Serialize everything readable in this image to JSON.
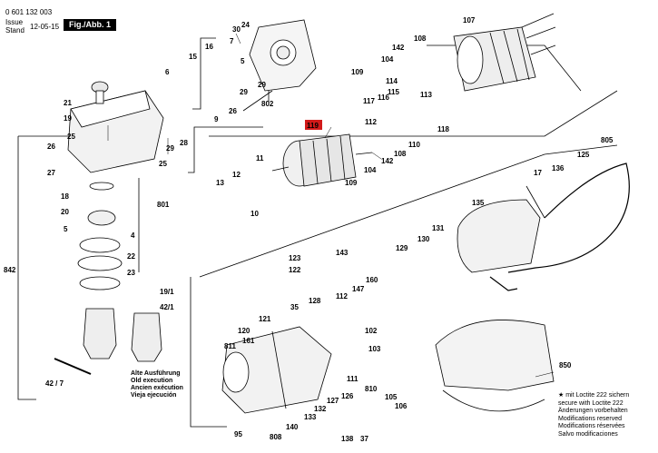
{
  "header": {
    "part_number": "0 601 132 003",
    "issue_label": "Issue",
    "stand_label": "Stand",
    "issue_date": "12-05-15",
    "figure_label": "Fig./Abb. 1"
  },
  "highlight_color": "#d21a1a",
  "part_labels": {
    "p107": "107",
    "p24": "24",
    "p30": "30",
    "p7": "7",
    "p16": "16",
    "p15": "15",
    "p6": "6",
    "p5a": "5",
    "p29a": "29",
    "p29b": "29",
    "p802": "802",
    "p108a": "108",
    "p142a": "142",
    "p104a": "104",
    "p109a": "109",
    "p21": "21",
    "p26a": "26",
    "p9": "9",
    "p114": "114",
    "p116": "116",
    "p115": "115",
    "p117": "117",
    "p19": "19",
    "p28": "28",
    "p29c": "29",
    "p119": "119",
    "p113": "113",
    "p118": "118",
    "p110": "110",
    "p112": "112",
    "p108b": "108",
    "p142b": "142",
    "p104b": "104",
    "p109b": "109",
    "p805": "805",
    "p125": "125",
    "p26b": "26",
    "p25a": "25",
    "p27": "27",
    "p25b": "25",
    "p11": "11",
    "p12": "12",
    "p13": "13",
    "p10": "10",
    "p17": "17",
    "p136": "136",
    "p18": "18",
    "p20": "20",
    "p801": "801",
    "p135": "135",
    "p5b": "5",
    "p4": "4",
    "p131": "131",
    "p842": "842",
    "p22": "22",
    "p23": "23",
    "p123": "123",
    "p122": "122",
    "p143": "143",
    "p130": "130",
    "p129": "129",
    "p191": "19/1",
    "p421a": "42/1",
    "p128": "128",
    "p112b": "112",
    "p147": "147",
    "p160": "160",
    "p35": "35",
    "p121": "121",
    "p120": "120",
    "p161": "161",
    "p811": "811",
    "p102": "102",
    "p103": "103",
    "p111": "111",
    "p126": "126",
    "p127": "127",
    "p810": "810",
    "p105": "105",
    "p106": "106",
    "p850": "850",
    "p133": "133",
    "p132": "132",
    "p140": "140",
    "p808": "808",
    "p95": "95",
    "p138": "138",
    "p37": "37",
    "p427": "42 / 7"
  },
  "execution_notes": [
    "Alte Ausführung",
    "Old execution",
    "Ancien exécution",
    "Vieja ejecución"
  ],
  "footnote_lines": [
    "★ mit Loctite 222 sichern",
    "secure with Loctite 222",
    "Änderungen vorbehalten",
    "Modifications reserved",
    "Modifications réservées",
    "Salvo modificaciones"
  ]
}
